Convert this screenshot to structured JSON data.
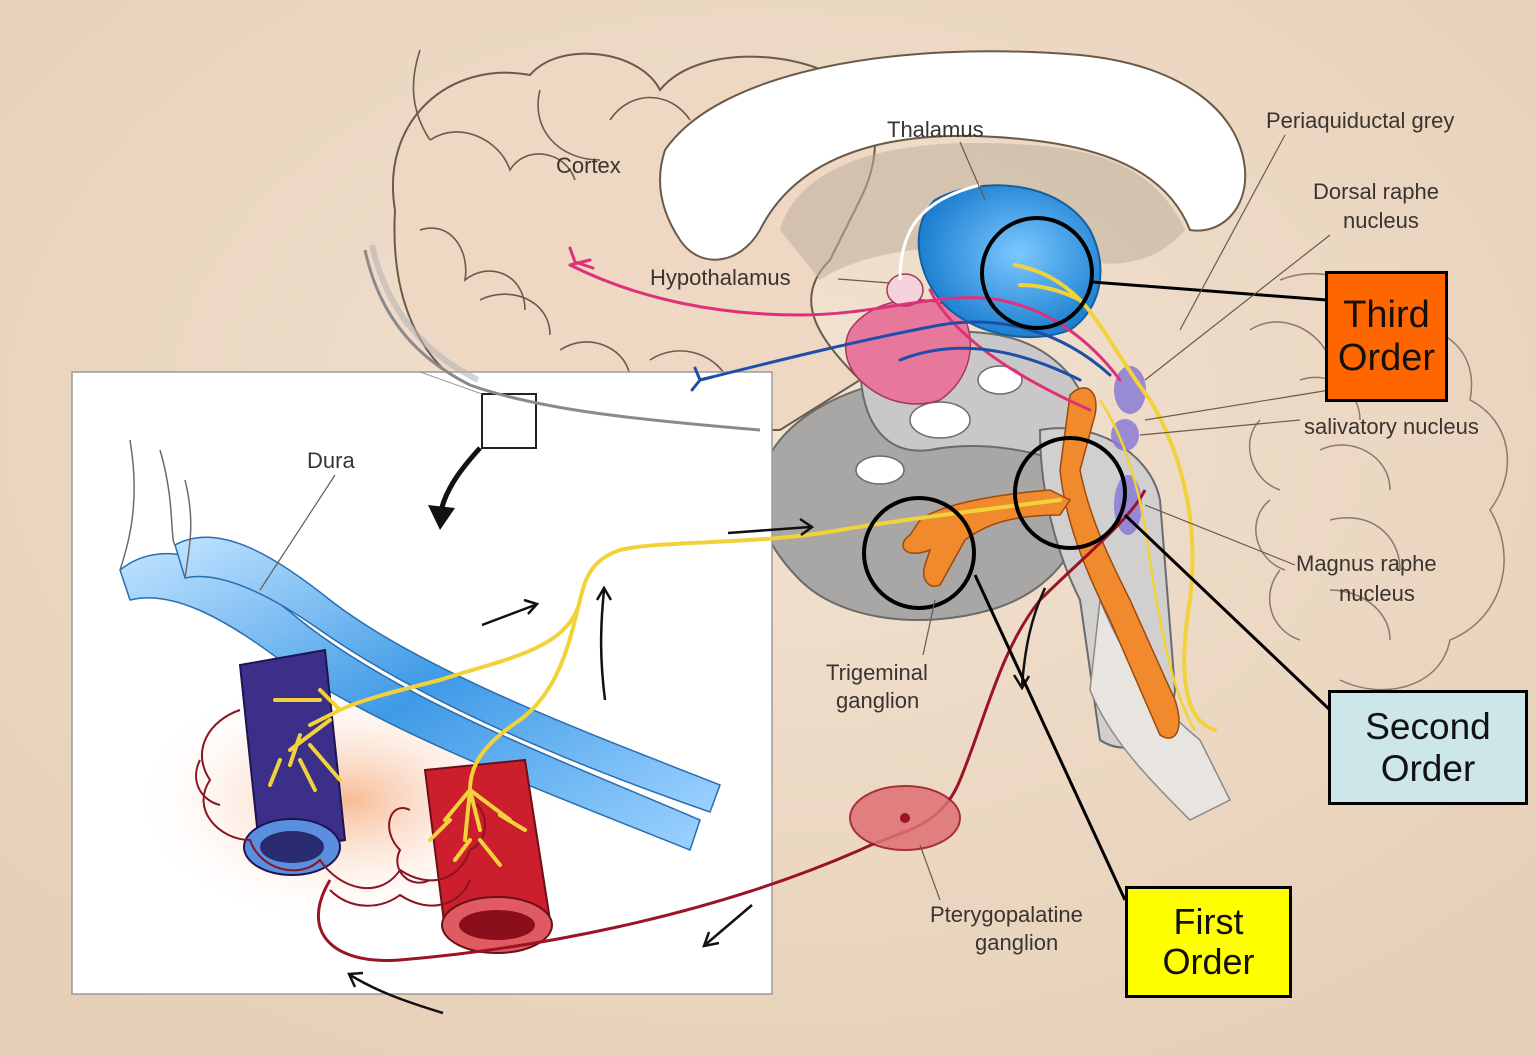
{
  "labels": {
    "cortex": "Cortex",
    "thalamus": "Thalamus",
    "hypothalamus": "Hypothalamus",
    "periaqueductal_grey": "Periaquiductal grey",
    "dorsal_raphe_line1": "Dorsal raphe",
    "dorsal_raphe_line2": "nucleus",
    "salivatory_nucleus": "salivatory nucleus",
    "magnus_raphe_line1": "Magnus raphe",
    "magnus_raphe_line2": "nucleus",
    "dura": "Dura",
    "trigeminal_line1": "Trigeminal",
    "trigeminal_line2": "ganglion",
    "pterygopalatine_line1": "Pterygopalatine",
    "pterygopalatine_line2": "ganglion"
  },
  "callouts": {
    "third_order": {
      "line1": "Third",
      "line2": "Order",
      "color": "#ff6600"
    },
    "second_order": {
      "line1": "Second",
      "line2": "Order",
      "color": "#cce6ea"
    },
    "first_order": {
      "line1": "First",
      "line2": "Order",
      "color": "#ffff00"
    }
  },
  "colors": {
    "background": "#ecd9c4",
    "inset": "#ffffff",
    "sensory_nerve": "#f2d23a",
    "parasympathetic_nerve": "#9a1426",
    "hypothalamic_fiber": "#e0307a",
    "thalamic_fiber": "#1e4fa8",
    "thalamus": "#2f97e0",
    "trigeminal_nucleus": "#f08a2c",
    "dural_sinus": "#5aa9ea",
    "vein": "#3b2f8a",
    "artery": "#cc1e2c"
  }
}
